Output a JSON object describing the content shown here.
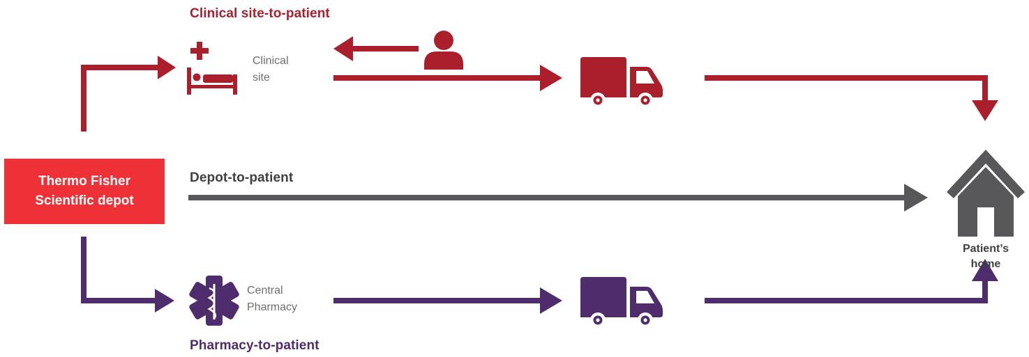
{
  "routes": {
    "clinical": {
      "title": "Clinical site-to-patient",
      "color": "#ab1f2d"
    },
    "depot": {
      "title": "Depot-to-patient",
      "color": "#58585a"
    },
    "pharmacy": {
      "title": "Pharmacy-to-patient",
      "color": "#4f2d6d"
    }
  },
  "nodes": {
    "depot": {
      "line1": "Thermo Fisher",
      "line2": "Scientific depot",
      "color": "#ee3137"
    },
    "clinical_site": {
      "line1": "Clinical",
      "line2": "site"
    },
    "central_pharmacy": {
      "line1": "Central",
      "line2": "Pharmacy"
    },
    "home": {
      "line1": "Patient’s",
      "line2": "home"
    }
  },
  "icons": {
    "clinical_site": "hospital-bed-icon",
    "patient": "person-icon",
    "clinical_truck": "delivery-truck-icon",
    "pharmacy": "star-of-life-icon",
    "pharmacy_truck": "delivery-truck-icon",
    "home": "house-icon"
  }
}
